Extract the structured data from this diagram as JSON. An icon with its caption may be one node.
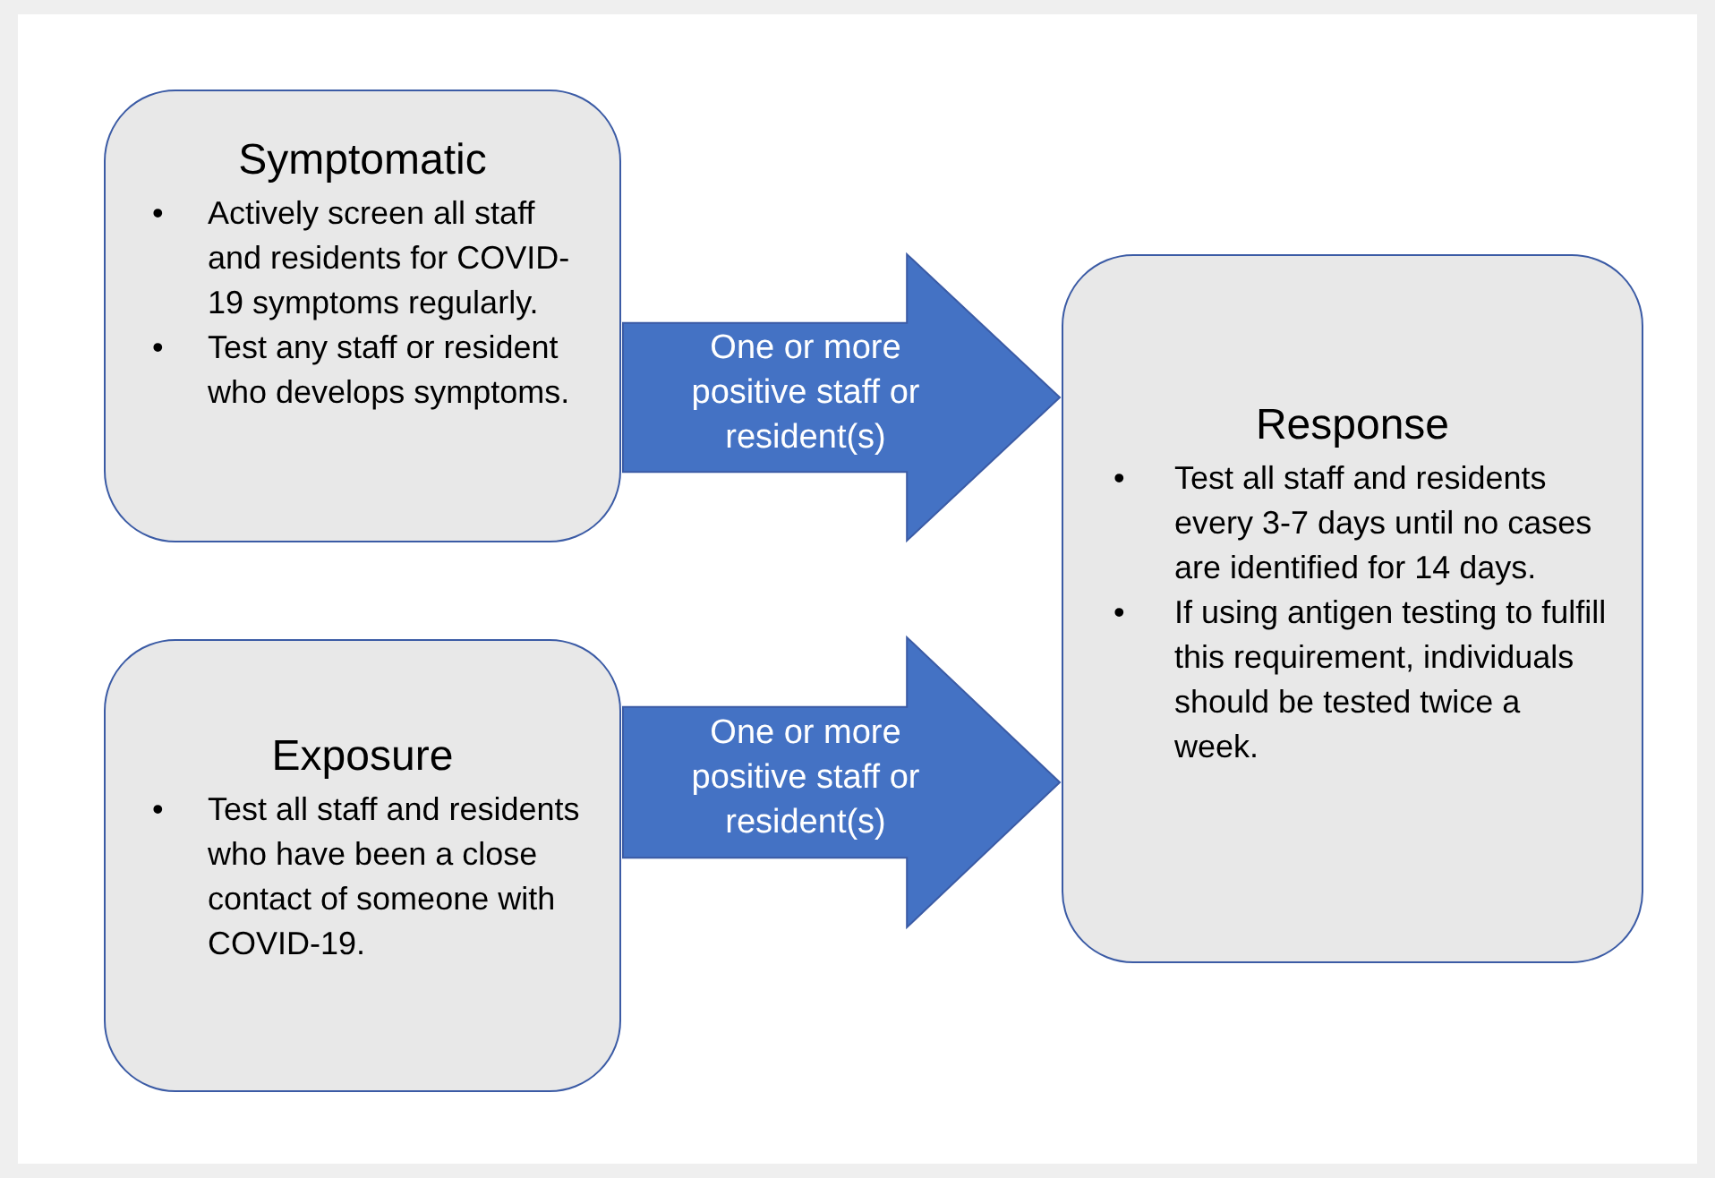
{
  "diagram": {
    "nodes": [
      {
        "text": [
          "Symptomatic",
          "•",
          "Actively screen all staff and residents for COVID-19 symptoms regularly.",
          "•",
          "Test any staff or resident who develops symptoms."
        ]
      },
      {
        "text": [
          "Exposure",
          "•",
          "Test all staff and residents who have been a close contact of someone with COVID-19."
        ]
      },
      {
        "text": [
          "Response",
          "•",
          "Test all staff and residents every 3-7 days until no cases are identified for 14 days.",
          "•",
          "If using antigen testing to fulfill this requirement, individuals should be tested twice a week."
        ]
      }
    ],
    "edges": [
      {
        "from": 0,
        "to": 2,
        "arrow": "to",
        "label": "One or more positive staff or resident(s)"
      },
      {
        "from": 1,
        "to": 2,
        "arrow": "to",
        "label": "One or more positive staff or resident(s)"
      }
    ]
  }
}
